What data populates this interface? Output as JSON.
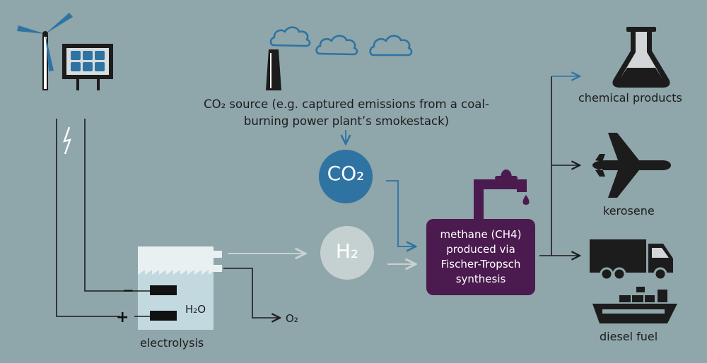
{
  "labels": {
    "co2_source": "CO₂ source (e.g. captured emissions from a coal-burning power plant’s smokestack)",
    "co2": "CO₂",
    "h2": "H₂",
    "methane": "methane (CH4)\nproduced via\nFischer-Tropsch\nsynthesis",
    "water": "H₂O",
    "electrolysis": "electrolysis",
    "oxygen": "O₂",
    "minus": "−",
    "plus": "+",
    "chemical_products": "chemical products",
    "kerosene": "kerosene",
    "diesel_fuel": "diesel fuel"
  },
  "icons": {
    "wind_turbine": "wind-turbine-icon",
    "solar_panel": "solar-panel-icon",
    "lightning": "lightning-bolt-icon",
    "factory": "smokestack-icon",
    "clouds": "cloud-icon",
    "tap": "faucet-icon",
    "flask": "flask-icon",
    "airplane": "airplane-icon",
    "truck": "truck-icon",
    "ship": "ship-icon"
  },
  "colors": {
    "background": "#8fa6aa",
    "blue_accent": "#2f73a3",
    "co2_circle": "#2f73a3",
    "h2_circle": "#c5d0d0",
    "methane_purple": "#4b1a4f",
    "dark": "#1c1c1c",
    "light_arrow": "#bfcaca"
  }
}
